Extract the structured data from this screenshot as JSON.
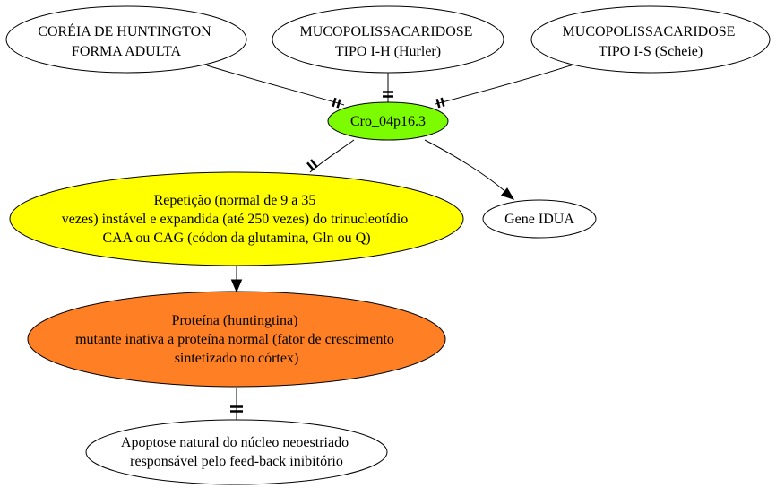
{
  "nodes": {
    "huntington": {
      "lines": [
        "CORÉIA DE HUNTINGTON",
        "FORMA ADULTA"
      ],
      "fill": "#ffffff"
    },
    "hurler": {
      "lines": [
        "MUCOPOLISSACARIDOSE",
        "TIPO I-H (Hurler)"
      ],
      "fill": "#ffffff"
    },
    "scheie": {
      "lines": [
        "MUCOPOLISSACARIDOSE",
        "TIPO I-S (Scheie)"
      ],
      "fill": "#ffffff"
    },
    "cro": {
      "lines": [
        "Cro_04p16.3"
      ],
      "fill": "#7cfc00"
    },
    "repeticao": {
      "lines": [
        "Repetição (normal de 9 a 35",
        "vezes) instável e expandida (até 250 vezes) do trinucleotídio",
        "CAA ou CAG (códon da glutamina, Gln ou Q)"
      ],
      "fill": "#ffff00"
    },
    "idua": {
      "lines": [
        "Gene IDUA"
      ],
      "fill": "#ffffff"
    },
    "proteina": {
      "lines": [
        "Proteína (huntingtina)",
        "mutante inativa a proteína normal (fator de crescimento",
        "sintetizado no córtex)"
      ],
      "fill": "#ff7f24"
    },
    "apoptose": {
      "lines": [
        "Apoptose natural do núcleo neoestriado",
        "responsável pelo feed-back inibitório"
      ],
      "fill": "#ffffff"
    }
  },
  "edges": [
    {
      "from": "huntington",
      "to": "cro",
      "marker": "tee-double"
    },
    {
      "from": "hurler",
      "to": "cro",
      "marker": "tee-double"
    },
    {
      "from": "scheie",
      "to": "cro",
      "marker": "tee-double"
    },
    {
      "from": "cro",
      "to": "repeticao",
      "marker": "tee-double"
    },
    {
      "from": "cro",
      "to": "idua",
      "marker": "arrow"
    },
    {
      "from": "repeticao",
      "to": "proteina",
      "marker": "arrow"
    },
    {
      "from": "proteina",
      "to": "apoptose",
      "marker": "tee-double"
    }
  ]
}
